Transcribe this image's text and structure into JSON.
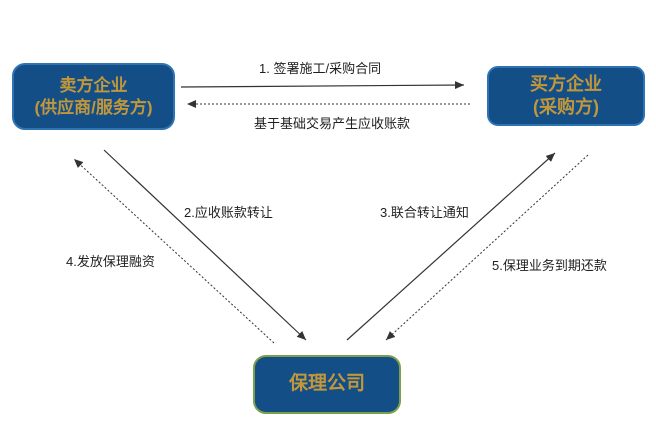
{
  "diagram": {
    "title": "factoring-business-flow",
    "nodes": {
      "seller": {
        "line1": "卖方企业",
        "line2": "(供应商/服务方)"
      },
      "buyer": {
        "line1": "买方企业",
        "line2": "(采购方)"
      },
      "factor": {
        "label": "保理公司"
      }
    },
    "edges": {
      "contract": {
        "label": "1. 签署施工/采购合同",
        "from": "seller",
        "to": "buyer",
        "style": "solid"
      },
      "receivable": {
        "label": "基于基础交易产生应收账款",
        "from": "buyer",
        "to": "seller",
        "style": "dashed"
      },
      "transfer": {
        "label": "2.应收账款转让",
        "from": "seller",
        "to": "factor",
        "style": "solid"
      },
      "notice": {
        "label": "3.联合转让通知",
        "from": "factor",
        "to": "buyer",
        "style": "solid"
      },
      "financing": {
        "label": "4.发放保理融资",
        "from": "factor",
        "to": "seller",
        "style": "dashed"
      },
      "repayment": {
        "label": "5.保理业务到期还款",
        "from": "buyer",
        "to": "factor",
        "style": "dashed"
      }
    },
    "colors": {
      "node_fill": "#134E86",
      "node_text": "#C2973B",
      "node_border_blue": "#2E74B5",
      "node_border_green": "#7AA04D",
      "arrow": "#333333",
      "label": "#1f1f1f"
    }
  }
}
